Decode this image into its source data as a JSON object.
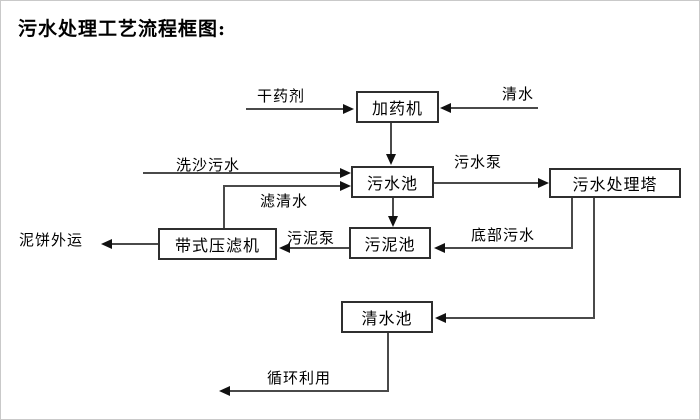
{
  "title": "污水处理工艺流程框图:",
  "diagram": {
    "nodes": {
      "dosing_machine": "加药机",
      "sewage_pool": "污水池",
      "sewage_treatment_tower": "污水处理塔",
      "sludge_pool": "污泥池",
      "belt_filter_press": "带式压滤机",
      "clear_water_pool": "清水池"
    },
    "flow_labels": {
      "dry_chemical": "干药剂",
      "clear_water": "清水",
      "sand_washing_sewage": "洗沙污水",
      "filtered_water": "滤清水",
      "sewage_pump": "污水泵",
      "bottom_sewage": "底部污水",
      "sludge_pump": "污泥泵",
      "mud_cake_transport": "泥饼外运",
      "recycling": "循环利用"
    },
    "colors": {
      "line": "#4a4a4a",
      "box_border": "#2f2f2f",
      "background": "#ffffff",
      "text": "#000000"
    }
  }
}
